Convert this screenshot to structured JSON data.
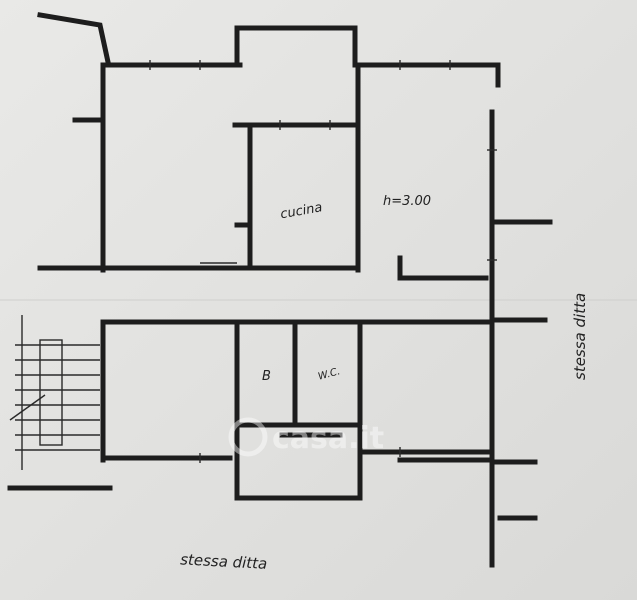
{
  "plan": {
    "rooms": {
      "kitchen": "cucina",
      "height_note": "h=3.00",
      "bathroom": "B",
      "wc": "W.C."
    },
    "neighbor_right": "stessa ditta",
    "neighbor_bottom": "stessa ditta"
  },
  "watermark": "casa.it",
  "colors": {
    "paper": "#e4e4e2",
    "ink": "#1d1d1d"
  }
}
